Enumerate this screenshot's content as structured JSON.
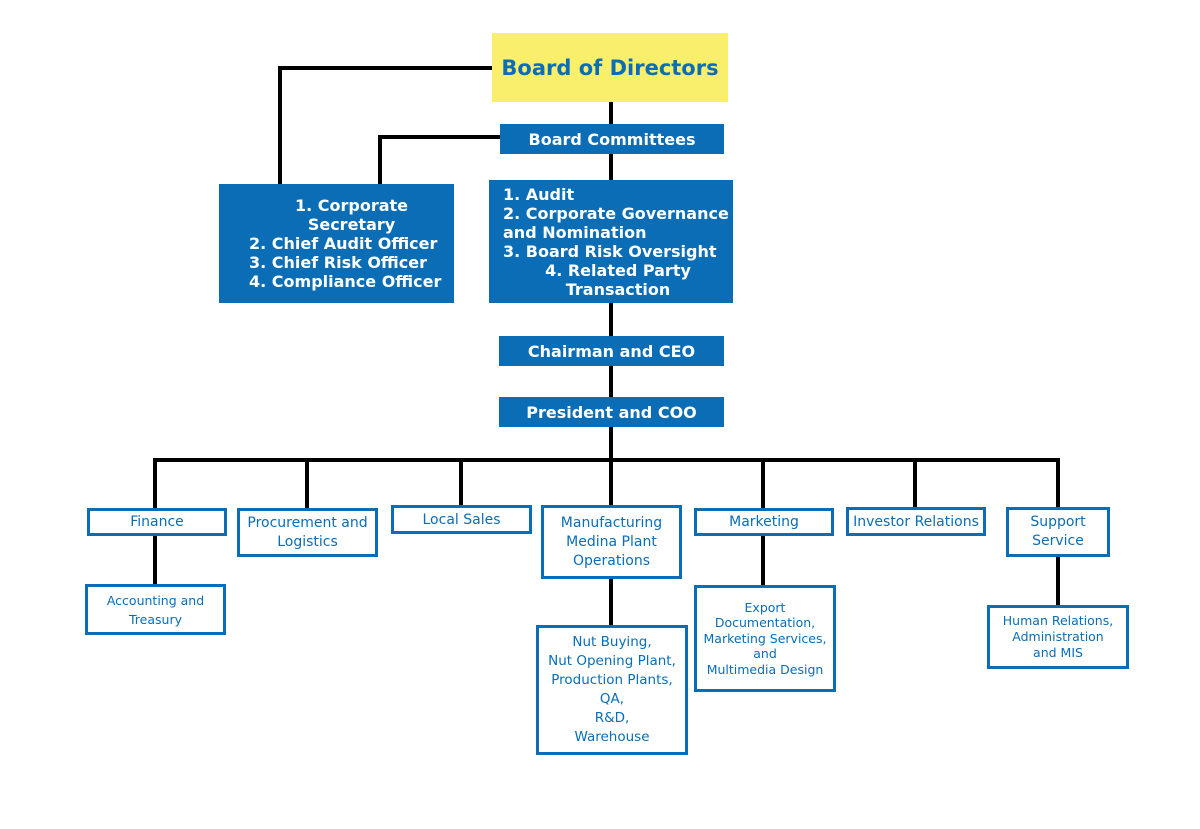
{
  "colors": {
    "primary_blue": "#0a6db5",
    "board_yellow": "#f9ef6b",
    "connector_black": "#000000"
  },
  "board": {
    "label": "Board of Directors"
  },
  "board_committees": {
    "label": "Board Committees"
  },
  "officers": {
    "items": [
      "1. Corporate Secretary",
      "2. Chief Audit Officer",
      "3. Chief Risk Officer",
      "4. Compliance Officer"
    ]
  },
  "committees": {
    "items": [
      "1. Audit",
      "2. Corporate Governance",
      "and Nomination",
      "3. Board Risk Oversight",
      "4. Related Party Transaction"
    ]
  },
  "chairman": {
    "label": "Chairman and CEO"
  },
  "president": {
    "label": "President and COO"
  },
  "departments": {
    "finance": {
      "line1": "Finance"
    },
    "procurement": {
      "line1": "Procurement and",
      "line2": "Logistics"
    },
    "local_sales": {
      "line1": "Local Sales"
    },
    "manufacturing": {
      "line1": "Manufacturing",
      "line2": "Medina Plant",
      "line3": "Operations"
    },
    "marketing": {
      "line1": "Marketing"
    },
    "investor_relations": {
      "line1": "Investor Relations"
    },
    "support_service": {
      "line1": "Support",
      "line2": "Service"
    }
  },
  "sub_units": {
    "accounting": {
      "line1": "Accounting and",
      "line2": "Treasury"
    },
    "plant_ops": {
      "line1": "Nut Buying,",
      "line2": "Nut Opening Plant,",
      "line3": "Production Plants,",
      "line4": "QA,",
      "line5": "R&D,",
      "line6": "Warehouse"
    },
    "export": {
      "line1": "Export",
      "line2": "Documentation,",
      "line3": "Marketing Services,",
      "line4": "and",
      "line5": "Multimedia Design"
    },
    "human_relations": {
      "line1": "Human Relations,",
      "line2": "Administration",
      "line3": "and MIS"
    }
  }
}
